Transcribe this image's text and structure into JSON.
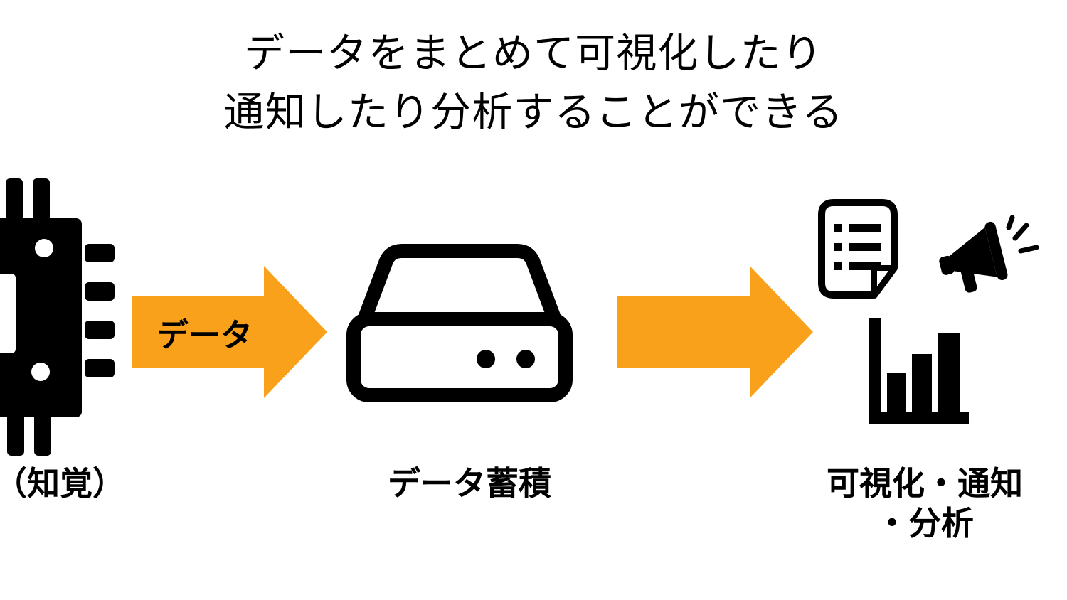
{
  "title": {
    "line1": "データをまとめて可視化したり",
    "line2": "通知したり分析することができる"
  },
  "flow": {
    "sensor": {
      "label": "（知覚）",
      "icon": "chip-icon"
    },
    "arrow1": {
      "label": "データ",
      "icon": "right-arrow-icon"
    },
    "storage": {
      "label": "データ蓄積",
      "icon": "storage-box-icon"
    },
    "arrow2": {
      "icon": "right-arrow-icon"
    },
    "outputs": {
      "label_line1": "可視化・通知",
      "label_line2": "・分析",
      "icons": [
        "document-list-icon",
        "megaphone-icon",
        "bar-chart-icon"
      ]
    }
  },
  "colors": {
    "arrow": "#F9A11B",
    "ink": "#000000",
    "background": "#FFFFFF"
  }
}
